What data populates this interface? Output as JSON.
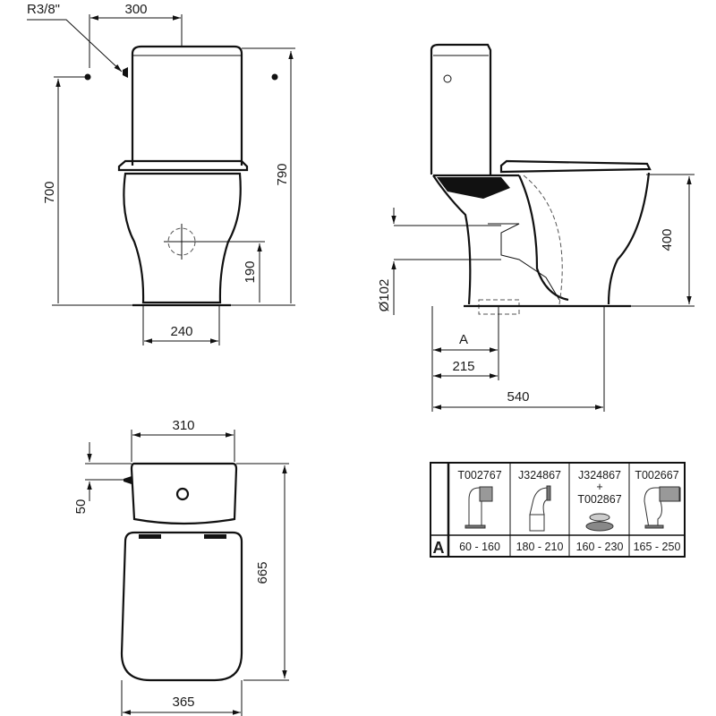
{
  "front_view": {
    "thread_label": "R3/8\"",
    "dim_width_top": "300",
    "dim_inlet_height": "700",
    "dim_total_height": "790",
    "dim_outlet_height": "190",
    "dim_base_width": "240"
  },
  "side_view": {
    "dim_outlet_diameter": "Ø102",
    "dim_bowl_height": "400",
    "dim_a": "A",
    "dim_outlet_distance": "215",
    "dim_depth": "540"
  },
  "top_view": {
    "dim_tank_width": "310",
    "dim_seat_width": "365",
    "dim_offset": "50",
    "dim_length": "665"
  },
  "connector_table": {
    "row_label": "A",
    "columns": [
      {
        "code": "T002767",
        "range": "60 - 160"
      },
      {
        "code": "J324867",
        "range": "180 - 210"
      },
      {
        "code": "J324867",
        "plus": "+",
        "code2": "T002867",
        "range": "160 - 230"
      },
      {
        "code": "T002667",
        "range": "165 - 250"
      }
    ]
  }
}
